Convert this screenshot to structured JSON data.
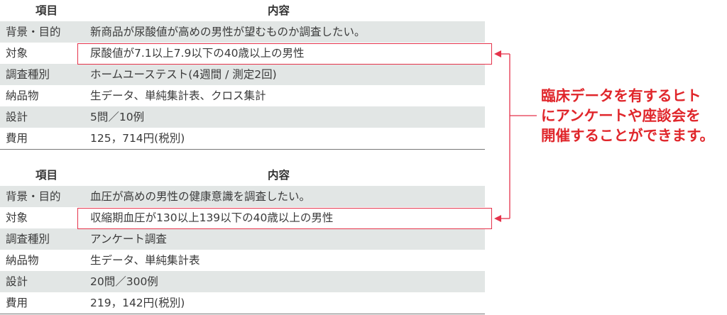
{
  "table1": {
    "header": {
      "col1": "項目",
      "col2": "内容"
    },
    "rows": [
      {
        "label": "背景・目的",
        "value": "新商品が尿酸値が高めの男性が望むものか調査したい。"
      },
      {
        "label": "対象",
        "value": "尿酸値が7.1以上7.9以下の40歳以上の男性"
      },
      {
        "label": "調査種別",
        "value": "ホームユーステスト(4週間 / 測定2回)"
      },
      {
        "label": "納品物",
        "value": "生データ、単純集計表、クロス集計"
      },
      {
        "label": "設計",
        "value": "5問／10例"
      },
      {
        "label": "費用",
        "value": "125，714円(税別)"
      }
    ]
  },
  "table2": {
    "header": {
      "col1": "項目",
      "col2": "内容"
    },
    "rows": [
      {
        "label": "背景・目的",
        "value": "血圧が高めの男性の健康意識を調査したい。"
      },
      {
        "label": "対象",
        "value": "収縮期血圧が130以上139以下の40歳以上の男性"
      },
      {
        "label": "調査種別",
        "value": "アンケート調査"
      },
      {
        "label": "納品物",
        "value": "生データ、単純集計表"
      },
      {
        "label": "設計",
        "value": "20問／300例"
      },
      {
        "label": "費用",
        "value": "219，142円(税別)"
      }
    ]
  },
  "callout": {
    "line1": "臨床データを有するヒト",
    "line2": "にアンケートや座談会を",
    "line3": "開催することができます。"
  },
  "colors": {
    "accent": "#e5334b",
    "row_shade": "#e2e6e5",
    "callout_text": "#e0262b"
  }
}
